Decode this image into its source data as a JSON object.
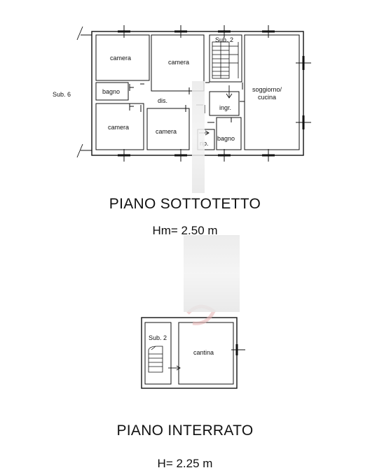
{
  "upper_floor": {
    "side_label": "Sub. 6",
    "rooms": {
      "camera_1": "camera",
      "camera_2": "camera",
      "camera_3": "camera",
      "camera_4": "camera",
      "bagno_1": "bagno",
      "bagno_2": "bagno",
      "dis": "dis.",
      "sub2": "Sub. 2",
      "soggiorno_line1": "soggiorno/",
      "soggiorno_line2": "cucina",
      "ingr": "ingr.",
      "rip": "rip."
    },
    "title": "PIANO SOTTOTETTO",
    "height": "Hm= 2.50 m"
  },
  "basement": {
    "rooms": {
      "sub2": "Sub. 2",
      "cantina": "cantina"
    },
    "title": "PIANO INTERRATO",
    "height": "H= 2.25 m"
  },
  "colors": {
    "line": "#111111",
    "watermark": "#e7b8b8"
  }
}
